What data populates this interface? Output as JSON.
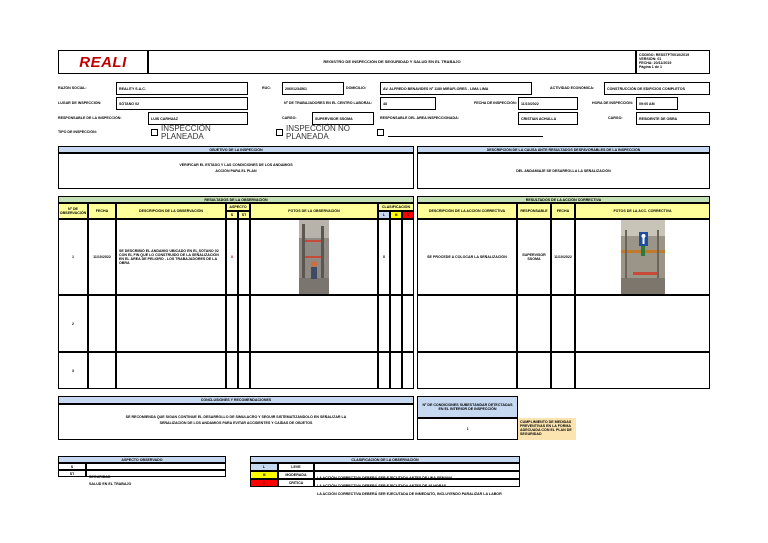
{
  "header": {
    "logo_text": "REALI",
    "title": "REGISTRO DE INSPECCIÓN DE SEGURIDAD Y SALUD EN EL TRABAJO",
    "code_lines": [
      "CÓDIGO: RESSTFT0010/2019",
      "VERSIÓN: 01",
      "FECHA: 20/11/2019",
      "Página 1 de 1"
    ]
  },
  "info": {
    "razon_social_label": "RAZÓN SOCIAL:",
    "razon_social_value": "REALITY S.A.C.",
    "ruc_label": "RUC:",
    "ruc_value": "20601234561",
    "domicilio_label": "DOMICILIO:",
    "domicilio_value": "AV. ALFREDO BENAVIDES Nº 1180 MIRAFLORES - LIMA LIMA",
    "actividad_label": "ACTIVIDAD ECONÓMICA:",
    "actividad_value": "CONSTRUCCIÓN DE EDIFICIOS COMPLETOS",
    "lugar_label": "LUGAR DE INSPECCIÓN:",
    "lugar_value": "SÓTANO 02",
    "trabajadores_label": "Nº DE TRABAJADORES EN EL CENTRO LABORAL:",
    "trabajadores_value": "48",
    "fecha_label": "FECHA DE INSPECCIÓN:",
    "fecha_value": "11/10/2022",
    "hora_label": "HORA DE INSPECCIÓN:",
    "hora_value": "09:00 AM",
    "resp_label": "RESPONSABLE DE LA INSPECCIÓN:",
    "resp_value": "LUIS CARHUAZ",
    "cargo1_label": "CARGO:",
    "cargo1_value": "SUPERVISOR SSOMA",
    "resp_area_label": "RESPONSABLE DEL ÁREA INSPECCIONADA:",
    "resp_area_value": "CRISTIAN ACHULLA",
    "cargo2_label": "CARGO:",
    "cargo2_value": "RESIDENTE DE OBRA",
    "tipo_label": "TIPO DE INSPECCIÓN:",
    "opt1": "INSPECCIÓN PLANEADA",
    "opt2": "INSPECCIÓN NO PLANEADA"
  },
  "objetivo": {
    "title": "OBJETIVO DE LA INSPECCIÓN",
    "line1": "VERIFICAR EL ESTADO Y LAS CONDICIONES DE LOS ANDAMIOS",
    "line2": "ACCIÓN PARA EL PLAN"
  },
  "resultado_cuadro": {
    "title": "DESCRIPCIÓN DE LA CAUSA ANTE RESULTADOS DESFAVORABLES DE LA INSPECCIÓN",
    "text": "DEL ANDAMIAJE SE DESARROLLA LA SEÑALIZACIÓN"
  },
  "obs": {
    "title": "RESULTADOS DE LA OBSERVACIÓN",
    "col_n": "Nº DE OBSERVACIÓN",
    "col_fecha": "FECHA",
    "col_desc": "DESCRIPCIÓN DE LA OBSERVACIÓN",
    "col_aspecto": "ASPECTO",
    "col_s": "S",
    "col_st": "ST",
    "col_foto": "FOTOS DE LA OBSERVACIÓN",
    "col_clas": "CLASIFICACIÓN",
    "col_l": "L",
    "col_m": "M",
    "col_c": "C",
    "rows": [
      {
        "n": "1",
        "fecha": "11/10/2022",
        "desc": "SE DESCRIBIÓ EL ANDAMIO UBICADO EN EL SÓTANO 02 CON EL FIN QUE LO CONSTRUIDO DE LA SEÑALIZACIÓN EN EL ÁREA DE PELIGRO - LOS TRABAJADORES DE LA OBRA",
        "s": "X",
        "l": "X"
      },
      {
        "n": "2",
        "fecha": "",
        "desc": "",
        "s": "",
        "l": ""
      },
      {
        "n": "3",
        "fecha": "",
        "desc": "",
        "s": "",
        "l": ""
      }
    ]
  },
  "accion": {
    "title": "RESULTADOS DE LA ACCIÓN CORRECTIVA",
    "col_desc": "DESCRIPCIÓN DE LA ACCIÓN CORRECTIVA",
    "col_resp": "RESPONSABLE",
    "col_fecha": "FECHA",
    "col_foto": "FOTOS DE LA ACC. CORRECTIVA",
    "rows": [
      {
        "desc": "SE PROCEDE A COLOCAR LA SEÑALIZACIÓN",
        "resp": "SUPERVISOR SSOMA",
        "fecha": "11/10/2022"
      },
      {
        "desc": "",
        "resp": "",
        "fecha": ""
      },
      {
        "desc": "",
        "resp": "",
        "fecha": ""
      }
    ]
  },
  "conclusiones": {
    "title": "CONCLUSIONES Y RECOMENDACIONES",
    "line1": "SE RECOMIENDA QUE SIGAN CONTINUE EL DESARROLLO DE SIMULACRO Y SEGUIR SISTEMATIZANDOLO EN SEÑALIZAR LA",
    "line2": "SEÑALIZACIÓN DE LOS ANDAMIOS PARA EVITAR ACCIDENTES Y CAÍDAS DE OBJETOS"
  },
  "cantidad": {
    "title": "Nº DE CONDICIONES SUBESTÁNDAR DETECTADAS EN EL INTERIOR DE INSPECCIÓN",
    "value": "1",
    "note": "CUMPLIMIENTO DE MEDIDAS PREVENTIVAS EN LA FORMA ADECUADA CON EL PLAN DE SEGURIDAD"
  },
  "aspecto_legend": {
    "title": "ASPECTO OBSERVADO",
    "rows": [
      {
        "code": "S",
        "text": "SEGURIDAD"
      },
      {
        "code": "ST",
        "text": "SALUD EN EL TRABAJO"
      }
    ]
  },
  "clas_legend": {
    "title": "CLASIFICACIÓN DE LA OBSERVACIÓN",
    "rows": [
      {
        "code": "L",
        "level": "LEVE",
        "text": "LA ACCIÓN CORRECTIVA DEBERÁ SER EJECUTADA ANTES DE UNA SEMANA",
        "color": "#c6d9f1"
      },
      {
        "code": "M",
        "level": "MODERADA",
        "text": "LA ACCIÓN CORRECTIVA DEBERÁ SER EJECUTADA ANTES DE 48 HORAS",
        "color": "#ffff00"
      },
      {
        "code": "C",
        "level": "CRÍTICA",
        "text": "LA ACCIÓN CORRECTIVA DEBERÁ SER EJECUTADA DE INMEDIATO, INCLUYENDO PARALIZAR LA LABOR",
        "color": "#ff0000"
      }
    ]
  }
}
